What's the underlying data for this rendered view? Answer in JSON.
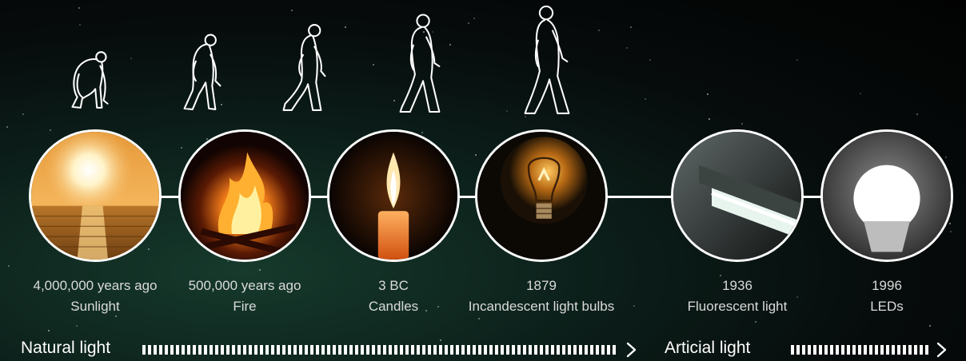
{
  "eras": [
    {
      "id": "sunlight",
      "date": "4,000,000 years ago",
      "label": "Sunlight",
      "icon": "sunlight-photo"
    },
    {
      "id": "fire",
      "date": "500,000 years ago",
      "label": "Fire",
      "icon": "fire-photo"
    },
    {
      "id": "candles",
      "date": "3 BC",
      "label": "Candles",
      "icon": "candle-photo"
    },
    {
      "id": "incandescent",
      "date": "1879",
      "label": "Incandescent light bulbs",
      "icon": "incandescent-bulb-photo"
    },
    {
      "id": "fluorescent",
      "date": "1936",
      "label": "Fluorescent light",
      "icon": "fluorescent-tube-photo"
    },
    {
      "id": "leds",
      "date": "1996",
      "label": "LEDs",
      "icon": "led-bulb-photo"
    }
  ],
  "timeline": {
    "natural_label": "Natural light",
    "artificial_label": "Articial light"
  },
  "figures": [
    "stooped-ape-icon",
    "ape-walking-icon",
    "hominid-icon",
    "early-human-icon",
    "modern-human-icon"
  ],
  "colors": {
    "background": "#050807",
    "outline": "#ffffff",
    "caption_text": "#dadada"
  }
}
